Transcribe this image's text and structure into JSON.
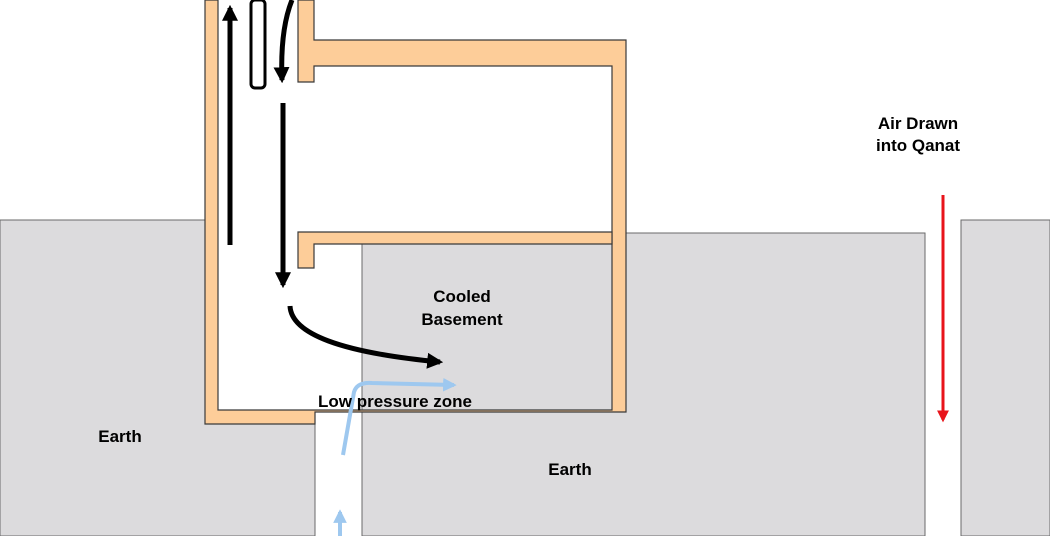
{
  "labels": {
    "air_drawn_line1": "Air Drawn",
    "air_drawn_line2": "into Qanat",
    "cooled_line1": "Cooled",
    "cooled_line2": "Basement",
    "low_pressure": "Low pressure zone",
    "earth_left": "Earth",
    "earth_center": "Earth"
  },
  "colors": {
    "earth_fill": "#dcdbdd",
    "earth_stroke": "#6a6a6a",
    "wall_fill": "#fdcd99",
    "wall_stroke": "#3a3a3a",
    "arrow_black": "#000000",
    "arrow_red": "#e8141b",
    "arrow_blue": "#9ec8ef"
  }
}
